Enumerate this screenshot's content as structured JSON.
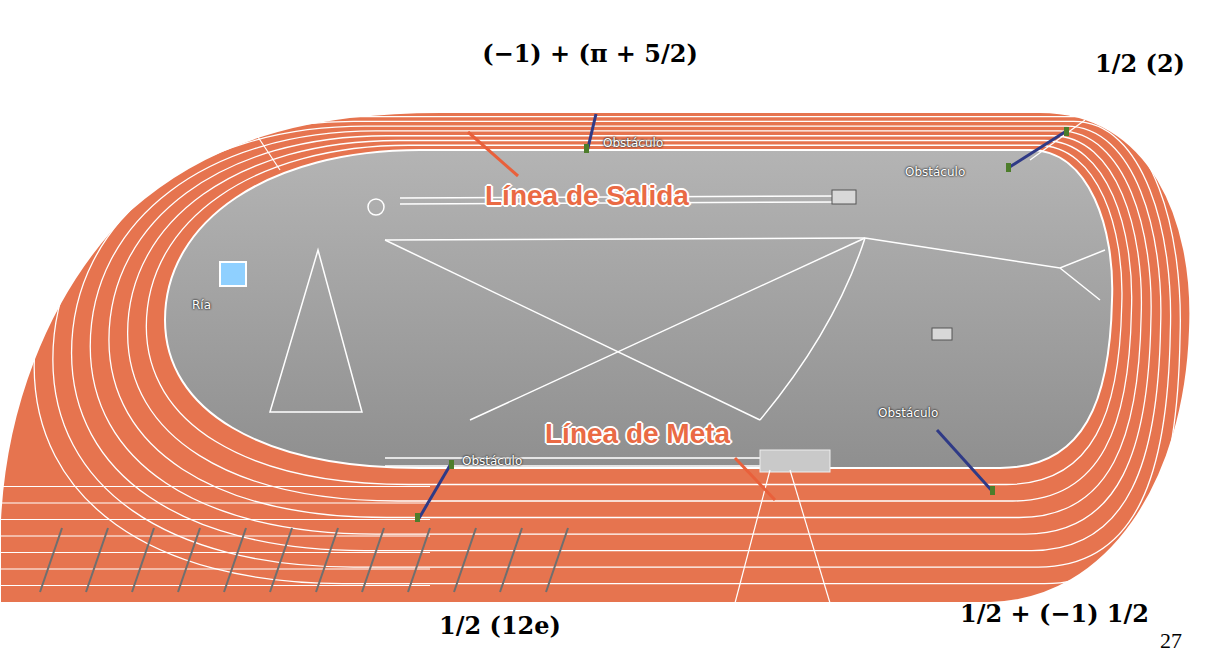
{
  "diagram": {
    "labels": [
      "(−1) + (π + 5/2)",
      "1/2 (2)",
      "Obstáculo",
      "Obstáculo",
      "Línea de Salida",
      "Ría",
      "Línea de Meta",
      "Obstáculo",
      "Obstáculo",
      "1/2 (12e)",
      "1/2 + (−1) 1/2",
      "27"
    ]
  }
}
